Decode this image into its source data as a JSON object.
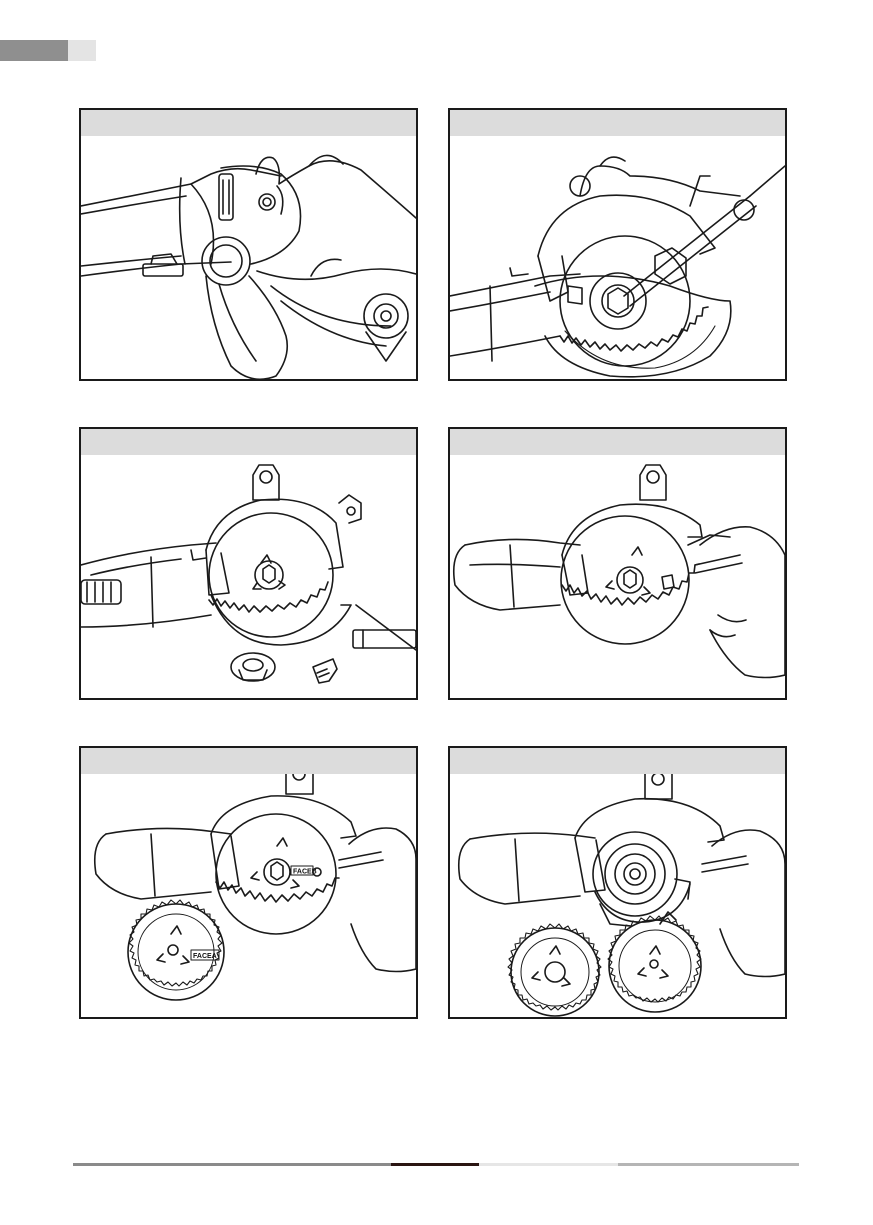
{
  "page": {
    "colors": {
      "line": "#1a1a1a",
      "band": "#dcdcdc",
      "tab_dark": "#8f8f8f",
      "tab_light": "#e4e4e4",
      "footer_dark": "#2a1512",
      "footer_mid": "#8a8a8a",
      "footer_light": "#e6e6e6"
    }
  },
  "panels": [
    {
      "id": "fig-1",
      "depicts": "spindle-lock"
    },
    {
      "id": "fig-2",
      "depicts": "wrench-loosen-bolt"
    },
    {
      "id": "fig-3",
      "depicts": "exploded-parts"
    },
    {
      "id": "fig-4",
      "depicts": "guard-retract"
    },
    {
      "id": "fig-5",
      "depicts": "blade-install",
      "blade_label": "FACEA",
      "small_label": "FACEB"
    },
    {
      "id": "fig-6",
      "depicts": "two-blades"
    }
  ]
}
